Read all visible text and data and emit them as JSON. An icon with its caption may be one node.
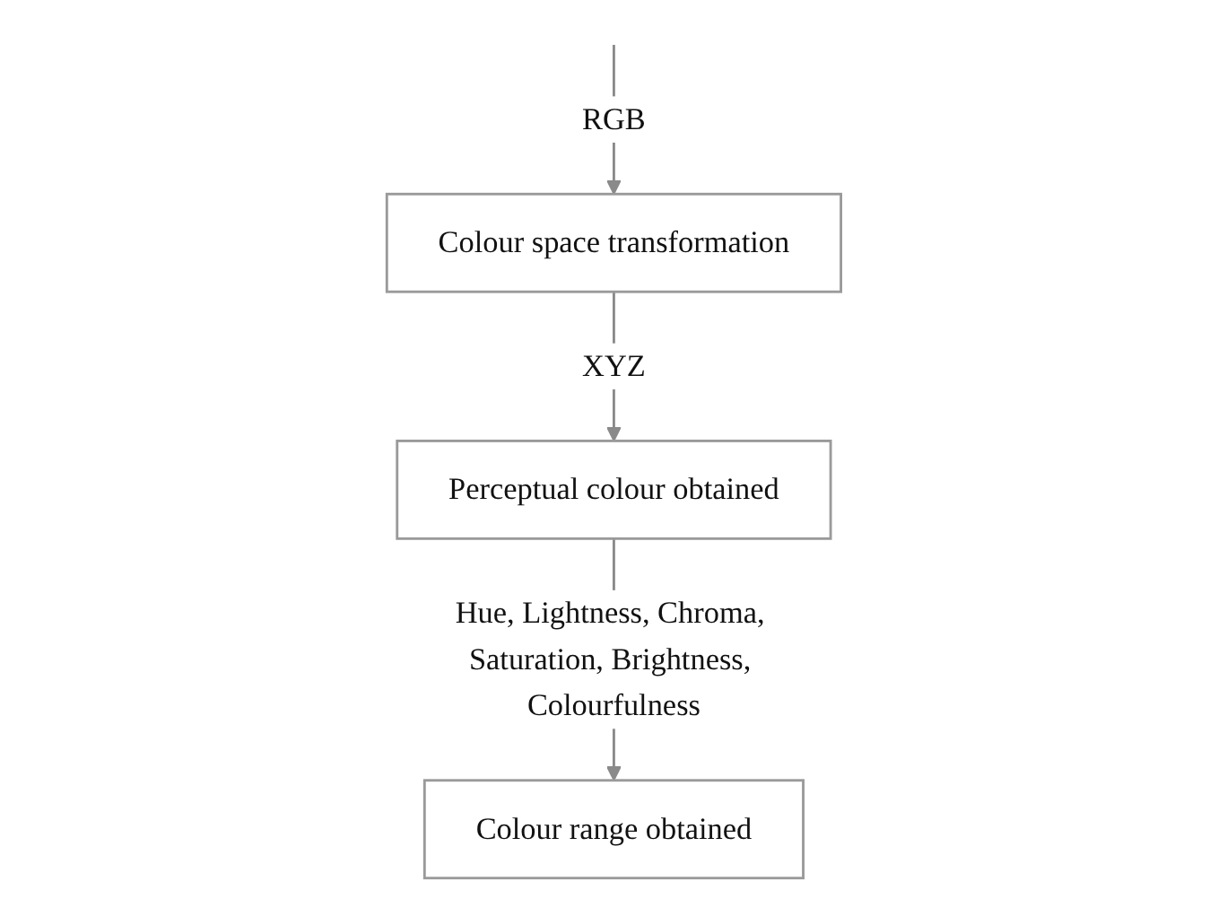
{
  "diagram": {
    "nodes": [
      {
        "text": [
          "Colour space transformation"
        ]
      },
      {
        "text": [
          "Perceptual colour obtained"
        ]
      },
      {
        "text": [
          "Colour range obtained"
        ]
      }
    ],
    "edges": [
      {
        "from": null,
        "to": 0,
        "arrow": "to",
        "label": "RGB"
      },
      {
        "from": 0,
        "to": 1,
        "arrow": "to",
        "label": "XYZ"
      },
      {
        "from": 1,
        "to": 2,
        "arrow": "to",
        "label": "Hue, Lightness, Chroma, Saturation, Brightness, Colourfulness"
      }
    ]
  }
}
